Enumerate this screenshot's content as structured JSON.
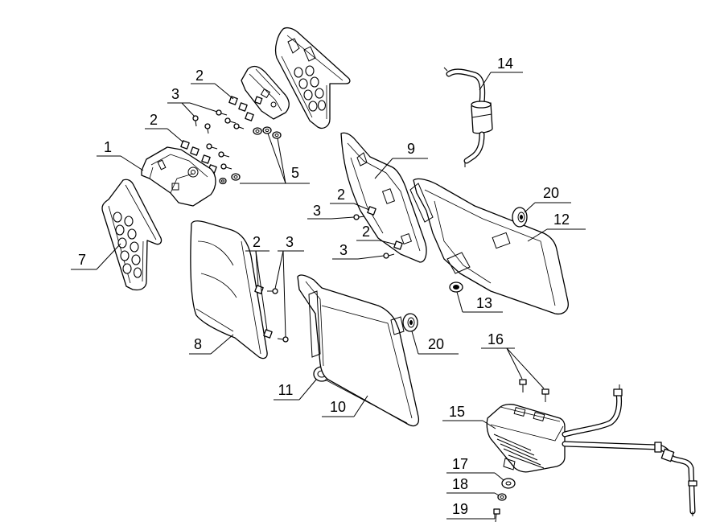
{
  "diagram": {
    "background": "#ffffff",
    "line_color": "#000000",
    "callouts": [
      {
        "label": "14"
      },
      {
        "label": "2"
      },
      {
        "label": "3"
      },
      {
        "label": "2"
      },
      {
        "label": "1"
      },
      {
        "label": "9"
      },
      {
        "label": "5"
      },
      {
        "label": "20"
      },
      {
        "label": "2"
      },
      {
        "label": "3"
      },
      {
        "label": "12"
      },
      {
        "label": "2"
      },
      {
        "label": "3"
      },
      {
        "label": "7"
      },
      {
        "label": "2"
      },
      {
        "label": "3"
      },
      {
        "label": "13"
      },
      {
        "label": "8"
      },
      {
        "label": "20"
      },
      {
        "label": "16"
      },
      {
        "label": "11"
      },
      {
        "label": "10"
      },
      {
        "label": "15"
      },
      {
        "label": "17"
      },
      {
        "label": "18"
      },
      {
        "label": "19"
      }
    ]
  }
}
